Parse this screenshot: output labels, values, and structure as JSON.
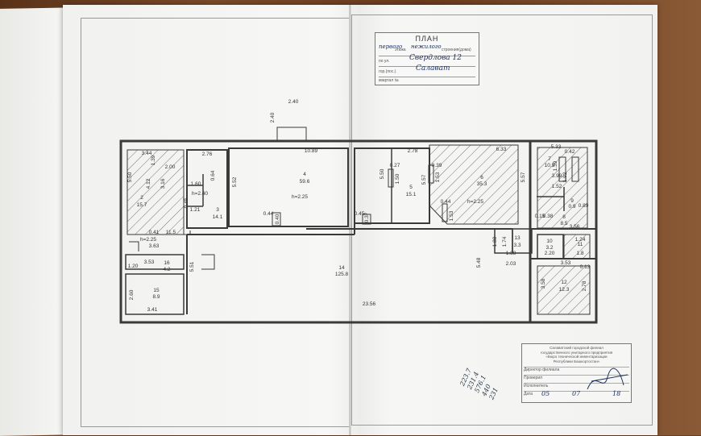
{
  "stamp": {
    "title": "ПЛАН",
    "row1_hand": "первого",
    "row1_hand2": "нежилого",
    "row1_print": "этажа",
    "row1_print2": "строения(дома)",
    "row2_print": "по ул.",
    "row2_hand": "Свердлова 12",
    "row3_print": "гор.(пос.)",
    "row3_hand": "Салават",
    "row4_print": "квартал №"
  },
  "handwritten_notes": [
    "223.7",
    "231.4",
    "576.1",
    "440",
    "231"
  ],
  "title_block": {
    "org": [
      "Салаватский городской филиал",
      "государственного унитарного предприятия",
      "«Бюро технической инвентаризации",
      "Республики Башкортостан»"
    ],
    "rows": [
      "Директор филиала",
      "Проверил",
      "Исполнитель"
    ],
    "date_label": "Дата",
    "date_day": "05",
    "date_month": "07",
    "date_year": "18"
  },
  "rooms": [
    {
      "no": "1",
      "area": "11.5"
    },
    {
      "no": "2",
      "area": "15.7"
    },
    {
      "no": "3",
      "area": "14.1"
    },
    {
      "no": "4",
      "area": "59.6"
    },
    {
      "no": "5",
      "area": "15.1"
    },
    {
      "no": "6",
      "area": "35.3"
    },
    {
      "no": "7",
      "area": "10.5"
    },
    {
      "no": "8",
      "area": "8.5"
    },
    {
      "no": "9",
      "area": "0.9"
    },
    {
      "no": "10",
      "area": "3.2"
    },
    {
      "no": "11",
      "area": "1.8"
    },
    {
      "no": "12",
      "area": "12.3"
    },
    {
      "no": "13",
      "area": "3.3"
    },
    {
      "no": "14",
      "area": "125.8"
    },
    {
      "no": "15",
      "area": "8.9"
    },
    {
      "no": "16",
      "area": "4.2"
    }
  ],
  "heights": [
    "h=2.40",
    "h=2.25",
    "h=2.25",
    "h=2.25"
  ],
  "dimensions": [
    "2.40",
    "2.40",
    "10.89",
    "2.78",
    "6.33",
    "5.33",
    "3.44",
    "2.76",
    "2.00",
    "5.50",
    "4.12",
    "1.39",
    "3.16",
    "1.60",
    "0.64",
    "1.21",
    "0.45",
    "5.52",
    "0.44",
    "0.40",
    "0.45",
    "0.37",
    "5.50",
    "0.27",
    "1.50",
    "5.57",
    "0.39",
    "1.53",
    "0.44",
    "1.53",
    "5.57",
    "0.42",
    "1.39",
    "3.99",
    "1.52",
    "1.92",
    "0.38",
    "0.15",
    "3.56",
    "3.63",
    "0.41",
    "1.88",
    "1.74",
    "1.88",
    "2.03",
    "5.48",
    "1.24",
    "2.20",
    "3.53",
    "0.13",
    "1.20",
    "3.53",
    "5.51",
    "2.60",
    "3.41",
    "23.56",
    "3.58",
    "2.78",
    "0.89"
  ],
  "colors": {
    "ink": "#3a3a3a",
    "paper": "#f4f4f2",
    "blue_ink": "#1d3160"
  }
}
